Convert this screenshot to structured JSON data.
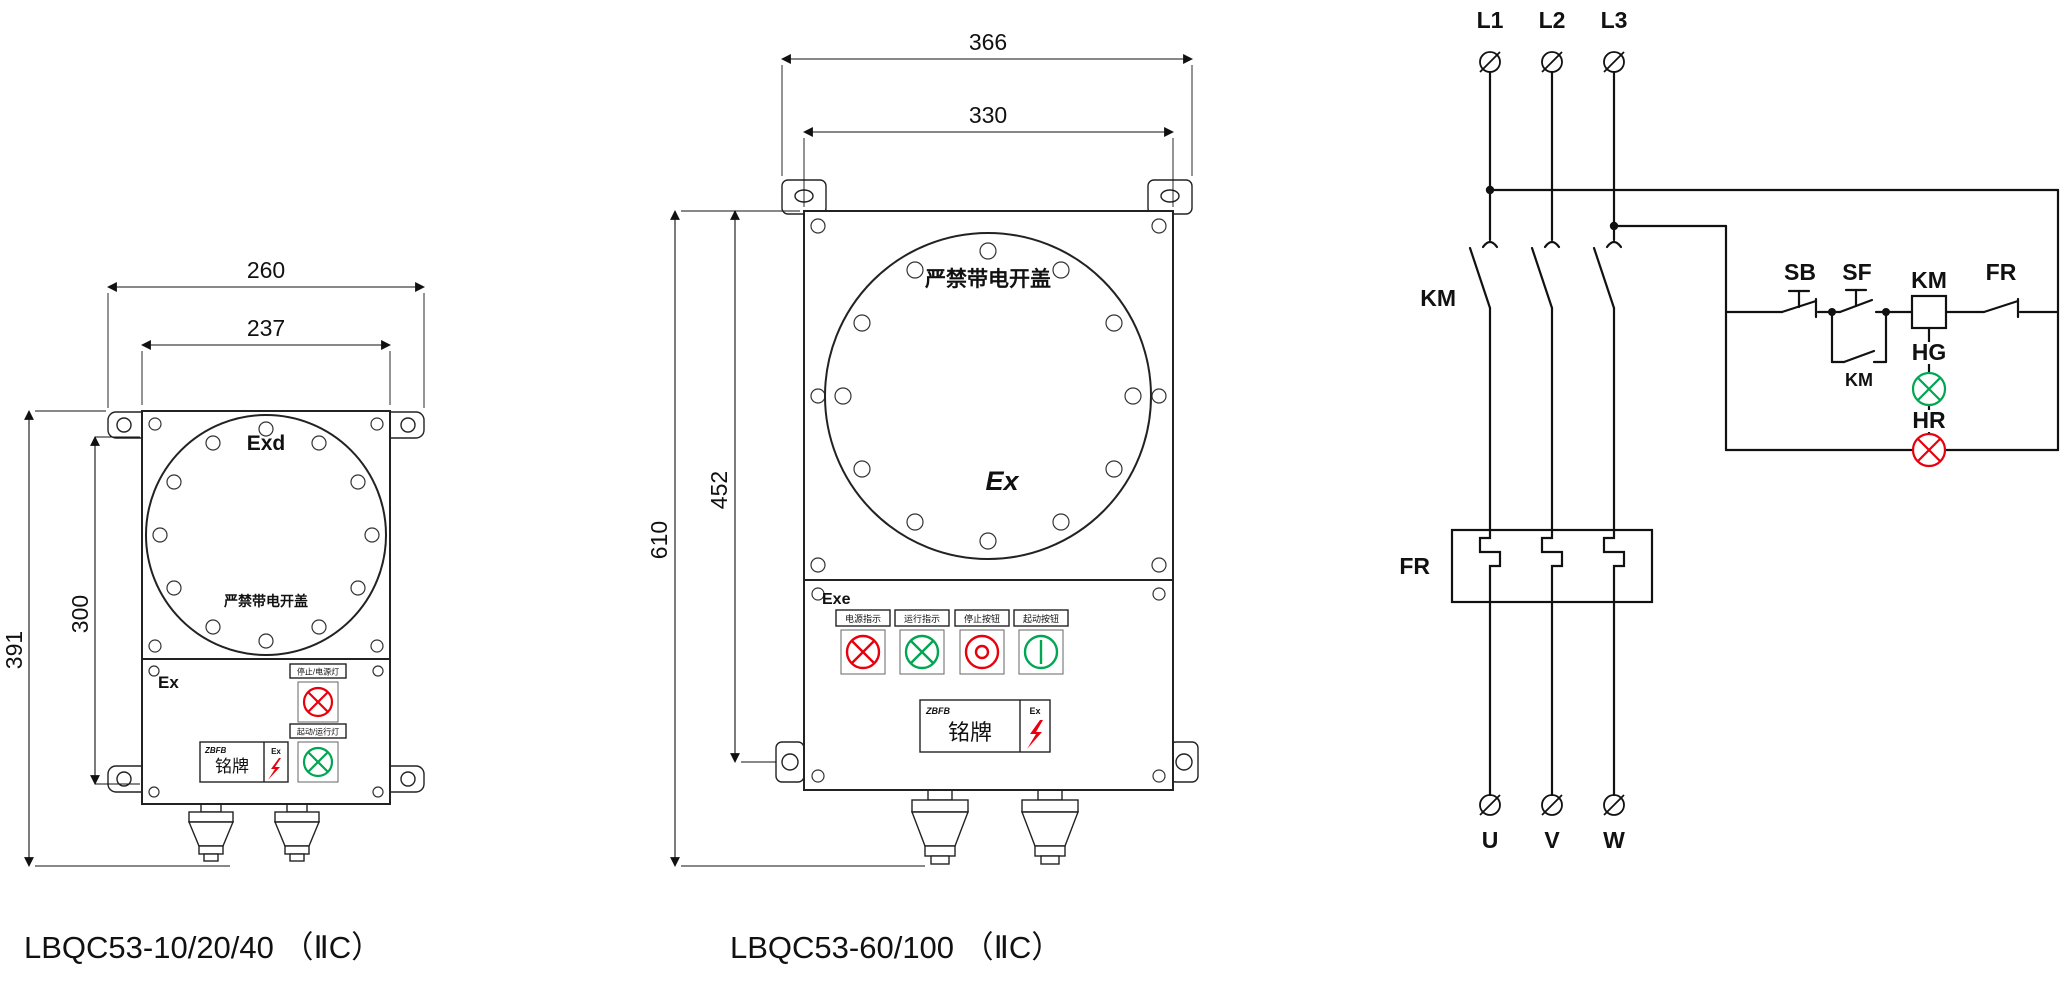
{
  "left_device": {
    "title": "LBQC53-10/20/40 （ⅡC）",
    "dim_outer_width": "260",
    "dim_inner_width": "237",
    "dim_height": "391",
    "dim_inner_height": "300",
    "cover_mark": "Exd",
    "cover_warning": "严禁带电开盖",
    "body_mark": "Ex",
    "button_top_label": "停止/电源灯",
    "button_bottom_label": "起动/运行灯",
    "nameplate_brand": "ZBFB",
    "nameplate_text": "铭牌",
    "nameplate_cert": "Ex"
  },
  "middle_device": {
    "title": "LBQC53-60/100 （ⅡC）",
    "dim_outer_width": "366",
    "dim_inner_width": "330",
    "dim_height": "610",
    "dim_inner_height": "452",
    "cover_warning": "严禁带电开盖",
    "cover_mark": "Ex",
    "body_mark": "Exe",
    "buttons": [
      "电源指示",
      "运行指示",
      "停止按钮",
      "起动按钮"
    ],
    "nameplate_brand": "ZBFB",
    "nameplate_text": "铭牌",
    "nameplate_cert": "Ex"
  },
  "circuit": {
    "inputs": [
      "L1",
      "L2",
      "L3"
    ],
    "outputs": [
      "U",
      "V",
      "W"
    ],
    "labels": {
      "main_contactor": "KM",
      "thermal_relay": "FR",
      "stop": "SB",
      "start": "SF",
      "coil": "KM",
      "aux": "KM",
      "overload": "FR",
      "green_lamp": "HG",
      "red_lamp": "HR"
    }
  },
  "colors": {
    "red": "#e8000d",
    "green": "#00a651",
    "ink": "#111111"
  }
}
